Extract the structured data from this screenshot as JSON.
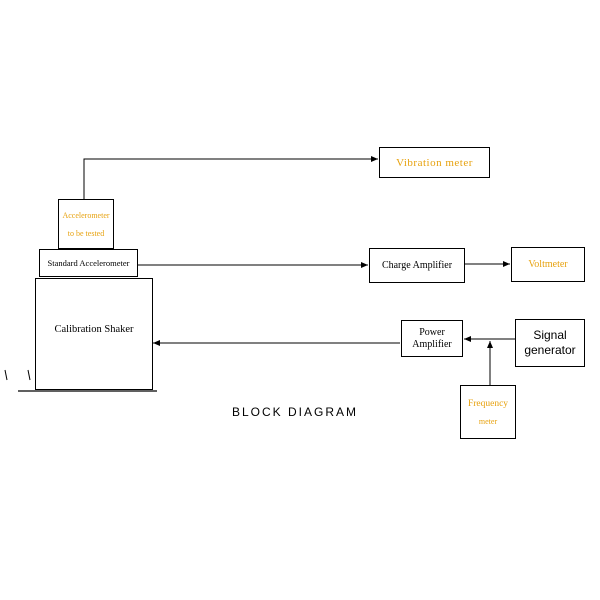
{
  "diagram": {
    "caption": "BLOCK DIAGRAM",
    "nodes": {
      "vibration_meter": "Vibration meter",
      "accelerometer_tested": [
        "Accelerometer",
        "to be tested"
      ],
      "standard_accelerometer": "Standard Accelerometer",
      "calibration_shaker": "Calibration Shaker",
      "charge_amplifier": "Charge Amplifier",
      "voltmeter": "Voltmeter",
      "power_amplifier": [
        "Power",
        "Amplifier"
      ],
      "signal_generator": [
        "Signal",
        "generator"
      ],
      "frequency_meter": [
        "Frequency",
        "meter"
      ]
    },
    "colors": {
      "line": "#000000",
      "accent_text": "#e7a20f"
    }
  }
}
